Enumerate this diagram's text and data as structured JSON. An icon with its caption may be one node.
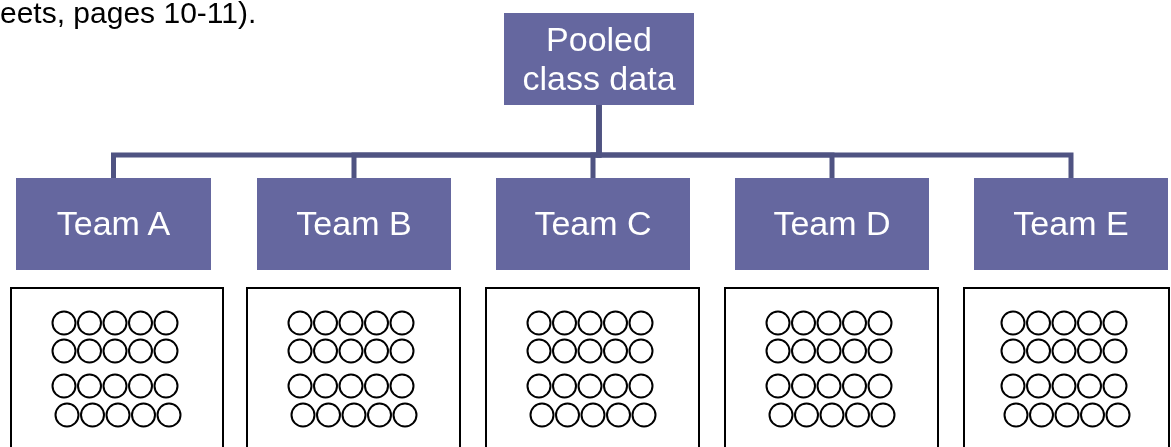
{
  "diagram": {
    "nodes": [
      {
        "text": [
          "Pooled class data"
        ]
      },
      {
        "text": [
          "Team A"
        ]
      },
      {
        "text": [
          "Team B"
        ]
      },
      {
        "text": [
          "Team C"
        ]
      },
      {
        "text": [
          "Team D"
        ]
      },
      {
        "text": [
          "Team E"
        ]
      },
      {
        "text": [],
        "shape": "box"
      },
      {
        "text": [],
        "shape": "box"
      },
      {
        "text": [],
        "shape": "box"
      },
      {
        "text": [],
        "shape": "box"
      },
      {
        "text": [],
        "shape": "box"
      }
    ],
    "edges": [
      {
        "from": 0,
        "to": 1,
        "arrow": "none"
      },
      {
        "from": 0,
        "to": 2,
        "arrow": "none"
      },
      {
        "from": 0,
        "to": 3,
        "arrow": "none"
      },
      {
        "from": 0,
        "to": 4,
        "arrow": "none"
      },
      {
        "from": 0,
        "to": 5,
        "arrow": "none"
      }
    ],
    "labels": [
      "eets, pages 10-11)."
    ]
  }
}
